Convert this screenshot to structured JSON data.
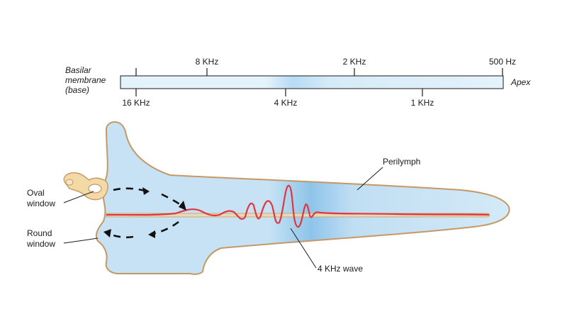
{
  "basilar_label": {
    "line1": "Basilar",
    "line2": "membrane",
    "line3": "(base)"
  },
  "apex_label": "Apex",
  "upper_ticks": [
    "8 KHz",
    "2 KHz",
    "500 Hz"
  ],
  "lower_ticks": [
    "16 KHz",
    "4 KHz",
    "1 KHz"
  ],
  "labels": {
    "oval_window": [
      "Oval",
      "window"
    ],
    "round_window": [
      "Round",
      "window"
    ],
    "perilymph": "Perilymph",
    "wave": "4 KHz wave"
  },
  "colors": {
    "fluid": "#c9e4f5",
    "fluid_highlight": "#9ecdee",
    "outline": "#c79a66",
    "wave": "#e0363f",
    "membrane": "#e8d4b0",
    "stapes": "#f2d9a6"
  }
}
